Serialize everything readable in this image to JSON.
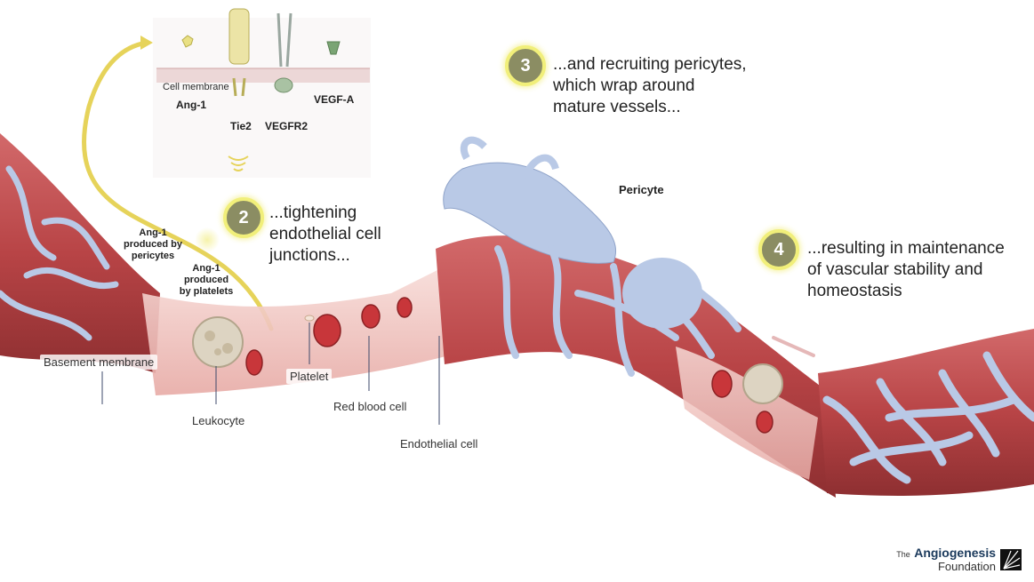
{
  "membrane_panel": {
    "cell_membrane": "Cell membrane",
    "ang1": "Ang-1",
    "tie2": "Tie2",
    "vegfr2": "VEGFR2",
    "vegfa": "VEGF-A"
  },
  "steps": [
    {
      "number": "2",
      "text": "...tightening endothelial cell junctions..."
    },
    {
      "number": "3",
      "text": "...and recruiting pericytes, which wrap around mature vessels..."
    },
    {
      "number": "4",
      "text": "...resulting in maintenance of vascular stability and homeostasis"
    }
  ],
  "labels": {
    "ang1_pericytes": "Ang-1 produced by pericytes",
    "ang1_platelets": "Ang-1 produced by platelets",
    "basement_membrane": "Basement membrane",
    "leukocyte": "Leukocyte",
    "platelet": "Platelet",
    "red_blood_cell": "Red blood cell",
    "endothelial_cell": "Endothelial cell",
    "pericyte": "Pericyte"
  },
  "logo": {
    "prefix": "The",
    "name": "Angiogenesis",
    "sub": "Foundation"
  },
  "colors": {
    "vessel": "#c2504f",
    "vessel_dark": "#8e2f31",
    "lumen": "#f2c9c4",
    "pericyte": "#b9c9e6",
    "arrow": "#e6d35a",
    "badge_ring": "#f1ef7a"
  }
}
